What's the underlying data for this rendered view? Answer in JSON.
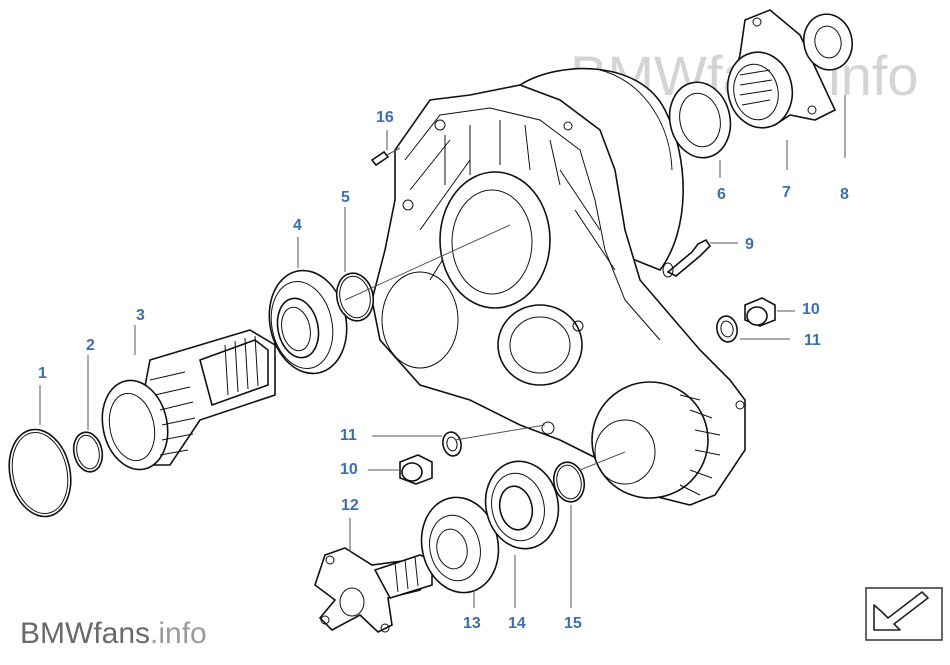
{
  "watermark": {
    "brand": "BMWfans",
    "suffix": ".info"
  },
  "callouts": [
    {
      "id": "1",
      "label": "1"
    },
    {
      "id": "2",
      "label": "2"
    },
    {
      "id": "3",
      "label": "3"
    },
    {
      "id": "4",
      "label": "4"
    },
    {
      "id": "5",
      "label": "5"
    },
    {
      "id": "6",
      "label": "6"
    },
    {
      "id": "7",
      "label": "7"
    },
    {
      "id": "8",
      "label": "8"
    },
    {
      "id": "9",
      "label": "9"
    },
    {
      "id": "10a",
      "label": "10"
    },
    {
      "id": "11a",
      "label": "11"
    },
    {
      "id": "11b",
      "label": "11"
    },
    {
      "id": "10b",
      "label": "10"
    },
    {
      "id": "12",
      "label": "12"
    },
    {
      "id": "13",
      "label": "13"
    },
    {
      "id": "14",
      "label": "14"
    },
    {
      "id": "15",
      "label": "15"
    },
    {
      "id": "16",
      "label": "16"
    }
  ],
  "colors": {
    "callout": "#3a70b0",
    "line": "#111111",
    "watermark": "#d4d4d4"
  },
  "icons": {
    "nav": "back-arrow-icon"
  }
}
